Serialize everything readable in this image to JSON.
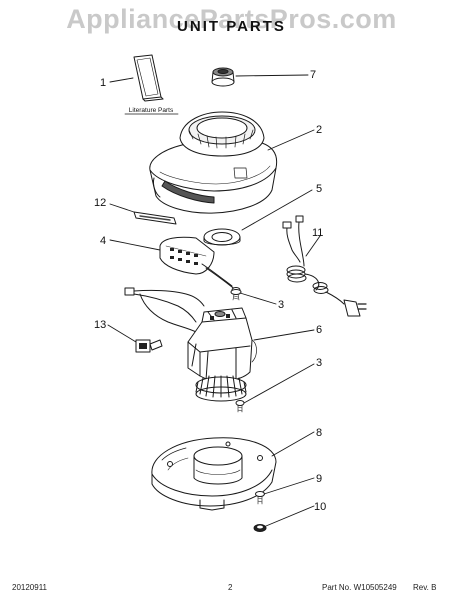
{
  "watermark": "AppliancePartsPros.com",
  "title": "UNIT PARTS",
  "literature_label": "Literature Parts",
  "callouts": [
    "1",
    "2",
    "3",
    "3",
    "4",
    "5",
    "6",
    "7",
    "8",
    "9",
    "10",
    "11",
    "12",
    "13"
  ],
  "footer": {
    "date": "20120911",
    "page": "2",
    "part_no": "Part No. W10505249",
    "rev": "Rev. B"
  }
}
